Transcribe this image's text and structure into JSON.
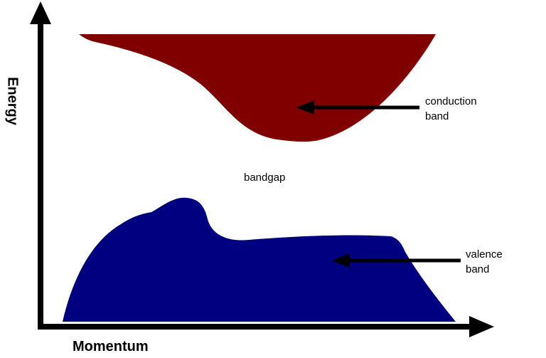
{
  "axes": {
    "y_label": "Energy",
    "x_label": "Momentum"
  },
  "bands": {
    "conduction": {
      "label_line1": "conduction",
      "label_line2": "band",
      "color": "#800000"
    },
    "valence": {
      "label_line1": "valence",
      "label_line2": "band",
      "color": "#000080"
    },
    "gap_label": "bandgap"
  },
  "colors": {
    "axis": "#000000",
    "arrow": "#000000",
    "background": "#ffffff"
  }
}
